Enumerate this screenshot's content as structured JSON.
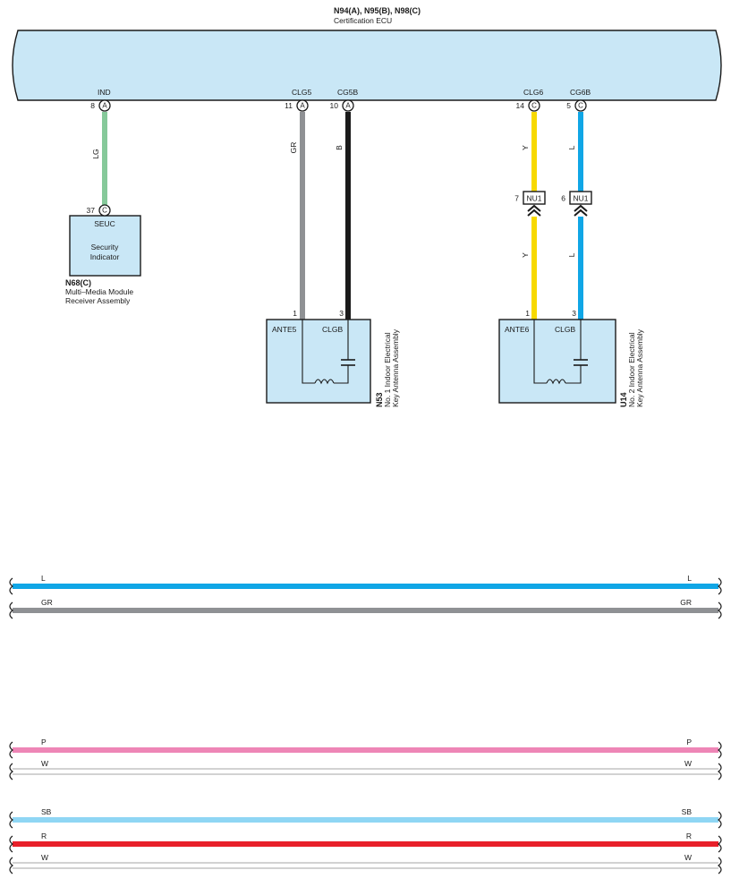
{
  "ecu": {
    "title": "N94(A), N95(B), N98(C)",
    "subtitle": "Certification ECU",
    "color": "#c9e7f6",
    "terminals": [
      {
        "name": "IND",
        "pin": "8",
        "connector": "A"
      },
      {
        "name": "CLG5",
        "pin": "11",
        "connector": "A"
      },
      {
        "name": "CG5B",
        "pin": "10",
        "connector": "A"
      },
      {
        "name": "CLG6",
        "pin": "14",
        "connector": "C"
      },
      {
        "name": "CG6B",
        "pin": "5",
        "connector": "C"
      }
    ]
  },
  "wires": [
    {
      "code": "LG",
      "color": "#86c99a"
    },
    {
      "code": "GR",
      "color": "#8f9194"
    },
    {
      "code": "B",
      "color": "#1a1a1a"
    },
    {
      "code": "Y",
      "color": "#f7d900"
    },
    {
      "code": "L",
      "color": "#10a6e6"
    }
  ],
  "inline_connectors": [
    {
      "pin": "7",
      "label": "NU1",
      "wire_upper": "Y",
      "wire_lower": "Y"
    },
    {
      "pin": "6",
      "label": "NU1",
      "wire_upper": "L",
      "wire_lower": "L"
    }
  ],
  "security_indicator": {
    "pin": "37",
    "connector": "C",
    "terminal": "SEUC",
    "label_line1": "Security",
    "label_line2": "Indicator",
    "id": "N68(C)",
    "desc_line1": "Multi–Media Module",
    "desc_line2": "Receiver Assembly"
  },
  "antenna1": {
    "pin_left": "1",
    "pin_right": "3",
    "term_left": "ANTE5",
    "term_right": "CLGB",
    "id": "N53",
    "desc_line1": "No. 1 Indoor Electrical",
    "desc_line2": "Key Antenna Assembly"
  },
  "antenna2": {
    "pin_left": "1",
    "pin_right": "3",
    "term_left": "ANTE6",
    "term_right": "CLGB",
    "id": "U14",
    "desc_line1": "No. 2 Indoor Electrical",
    "desc_line2": "Key Antenna Assembly"
  },
  "legend_groups": [
    [
      {
        "code": "L",
        "color": "#10a6e6"
      },
      {
        "code": "GR",
        "color": "#8f9194"
      }
    ],
    [
      {
        "code": "P",
        "color": "#ee86b6"
      },
      {
        "code": "W",
        "color": "#ffffff"
      }
    ],
    [
      {
        "code": "SB",
        "color": "#8fd6f4"
      },
      {
        "code": "R",
        "color": "#e8202a"
      },
      {
        "code": "W",
        "color": "#ffffff"
      }
    ]
  ]
}
